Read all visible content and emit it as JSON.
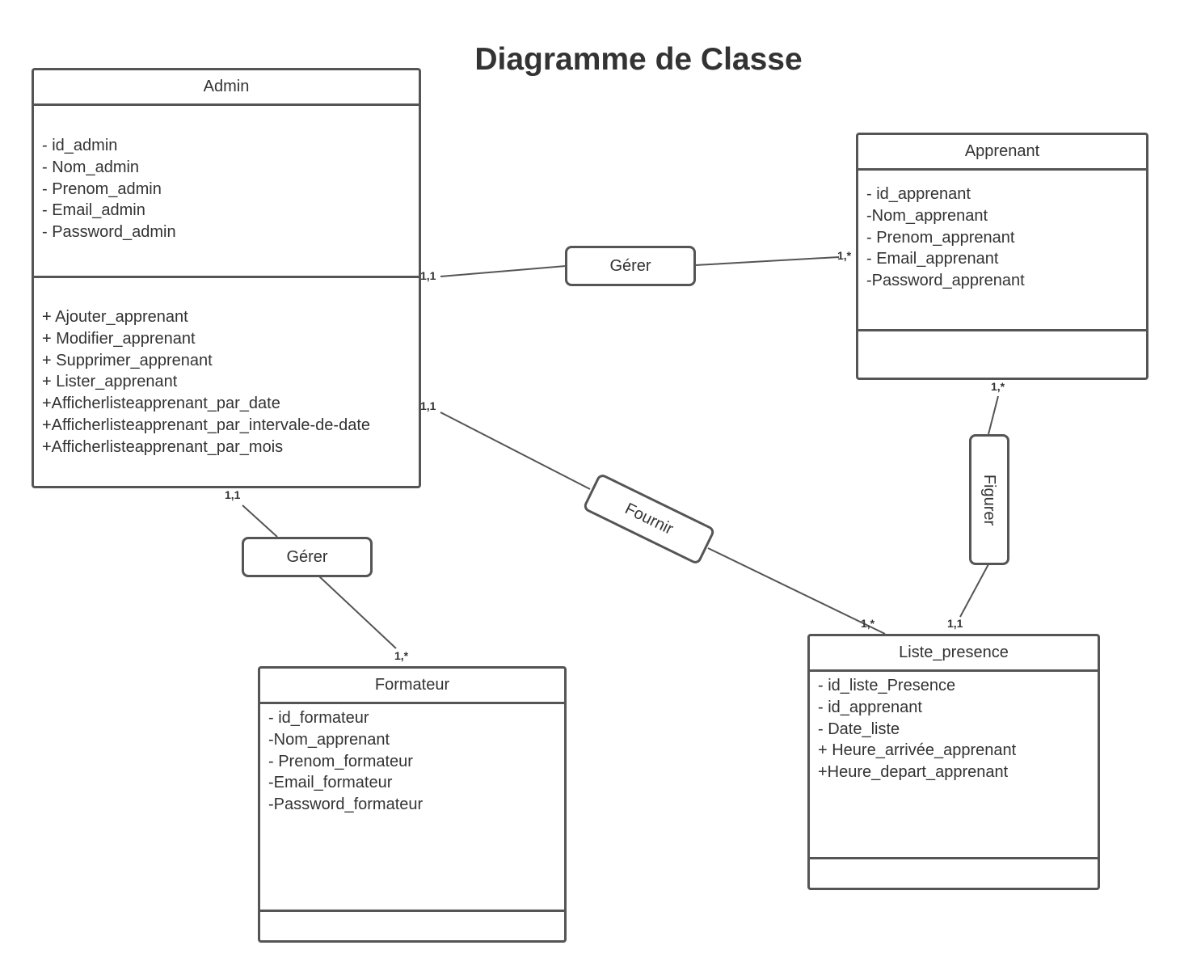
{
  "title": "Diagramme de Classe",
  "colors": {
    "stroke": "#555555",
    "text": "#333333",
    "background": "#ffffff"
  },
  "classes": {
    "admin": {
      "name": "Admin",
      "attributes": [
        "- id_admin",
        "- Nom_admin",
        "- Prenom_admin",
        "- Email_admin",
        "- Password_admin"
      ],
      "methods": [
        "+ Ajouter_apprenant",
        "+ Modifier_apprenant",
        "+ Supprimer_apprenant",
        "+ Lister_apprenant",
        "+Afficherlisteapprenant_par_date",
        "+Afficherlisteapprenant_par_intervale-de-date",
        "+Afficherlisteapprenant_par_mois"
      ]
    },
    "apprenant": {
      "name": "Apprenant",
      "attributes": [
        "- id_apprenant",
        "-Nom_apprenant",
        "- Prenom_apprenant",
        "- Email_apprenant",
        "-Password_apprenant"
      ],
      "methods": []
    },
    "formateur": {
      "name": "Formateur",
      "attributes": [
        "- id_formateur",
        "-Nom_apprenant",
        "- Prenom_formateur",
        "-Email_formateur",
        "-Password_formateur"
      ],
      "methods": []
    },
    "liste_presence": {
      "name": "Liste_presence",
      "attributes": [
        "- id_liste_Presence",
        "- id_apprenant",
        "- Date_liste",
        "+ Heure_arrivée_apprenant",
        "+Heure_depart_apprenant"
      ],
      "methods": []
    }
  },
  "relations": {
    "gerer_apprenant": {
      "label": "Gérer",
      "card_from": "1,1",
      "card_to": "1,*"
    },
    "gerer_formateur": {
      "label": "Gérer",
      "card_from": "1,1",
      "card_to": "1,*"
    },
    "fournir": {
      "label": "Fournir",
      "card_from": "1,1",
      "card_to": "1,*"
    },
    "figurer": {
      "label": "Figurer",
      "card_from": "1,*",
      "card_to": "1,1"
    }
  }
}
